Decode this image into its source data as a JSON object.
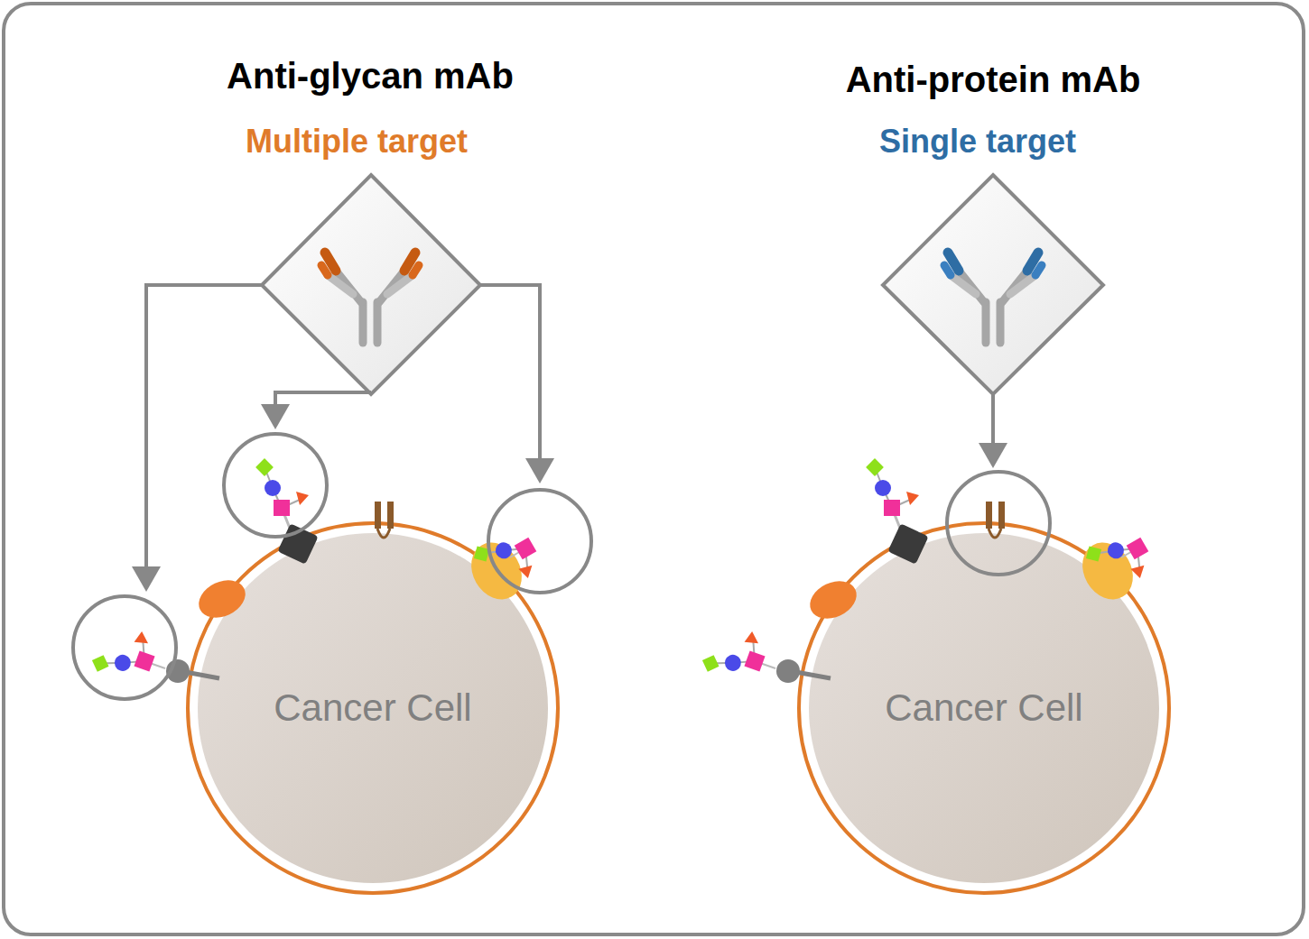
{
  "diagram": {
    "nodes": [
      {
        "text": [
          "Cancer Cell"
        ]
      },
      {
        "text": [
          "Cancer Cell"
        ]
      }
    ],
    "labels": [
      "Anti-glycan mAb",
      "Multiple target",
      "Anti-protein mAb",
      "Single target"
    ]
  }
}
